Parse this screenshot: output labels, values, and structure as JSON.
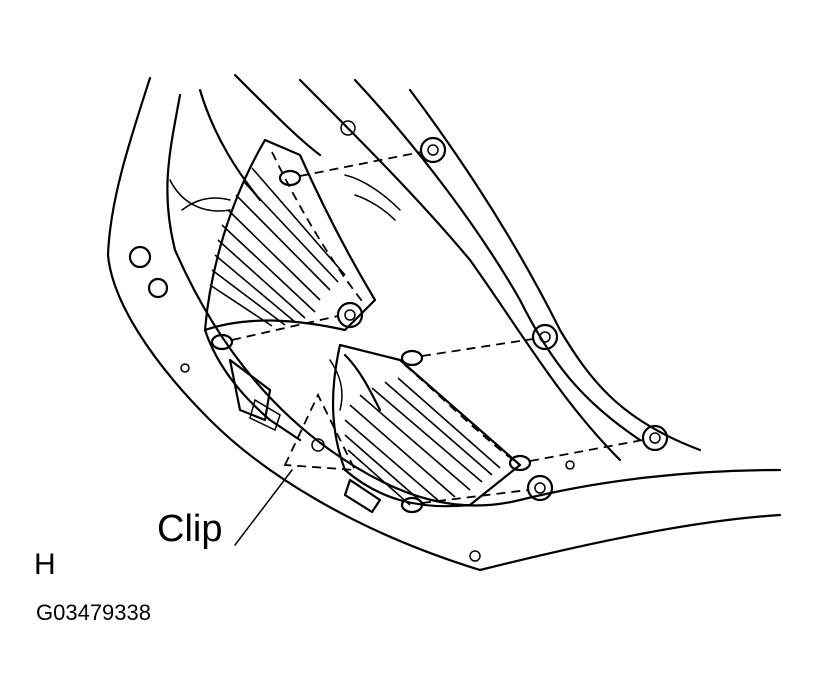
{
  "labels": {
    "clip": "Clip",
    "view_letter": "H",
    "figure_code": "G03479338"
  }
}
